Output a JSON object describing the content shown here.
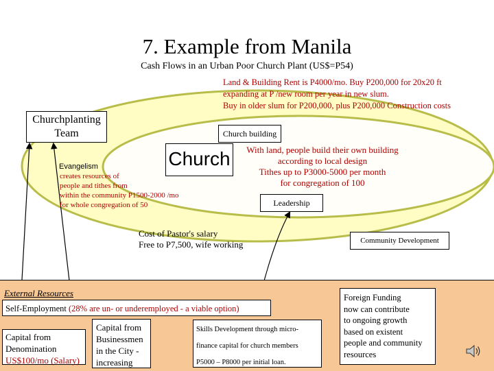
{
  "title": "7. Example from Manila",
  "subtitle": "Cash Flows in an Urban Poor Church Plant (US$=P54)",
  "rent_note": [
    "Land & Building Rent is P4000/mo. Buy P200,000 for 20x20 ft",
    "expanding at P      /new room per year in new slum.",
    "Buy in older slum for P200,000, plus P200,000 Construction costs"
  ],
  "churchplanting_team": [
    "Churchplanting",
    "Team"
  ],
  "church_building": "Church building",
  "church": "Church",
  "evangelism": {
    "label": "Evangelism",
    "lines": [
      "creates resources of",
      "people and tithes from",
      "within the community P1500-2000 /mo",
      "for whole congregation of 50"
    ]
  },
  "own_building": [
    "With land, people build their own building",
    "according to local design",
    "Tithes up to P3000-5000 per month",
    "for congregation of 100"
  ],
  "leadership": "Leadership",
  "pastor_salary": [
    "Cost of Pastor's salary",
    "Free to P7,500, wife working"
  ],
  "community_development": "Community Development",
  "external_resources": {
    "title": "External Resources",
    "self_employment": {
      "label": "Self-Employment ",
      "note": "(28% are un- or underemployed - a viable option)"
    },
    "capital_denomination": {
      "lines": [
        "Capital from",
        "Denomination"
      ],
      "highlight": "US$100/mo (Salary)"
    },
    "capital_businessmen": [
      "Capital from",
      "Businessmen",
      "in the City -",
      "increasing"
    ],
    "skills_development": [
      "Skills Development through micro-",
      "finance capital for church members",
      "P5000 – P8000 per initial loan."
    ],
    "foreign_funding": [
      "Foreign Funding",
      "now can contribute",
      "to ongoing growth",
      "based on existent",
      "people and community",
      "resources"
    ]
  },
  "colors": {
    "ellipse_fill": "#fffcc4",
    "ellipse_stroke": "#b8bd4a",
    "panel_fill": "#f7c896",
    "accent_text": "#b00000"
  },
  "icons": {
    "speaker": "speaker-icon"
  }
}
